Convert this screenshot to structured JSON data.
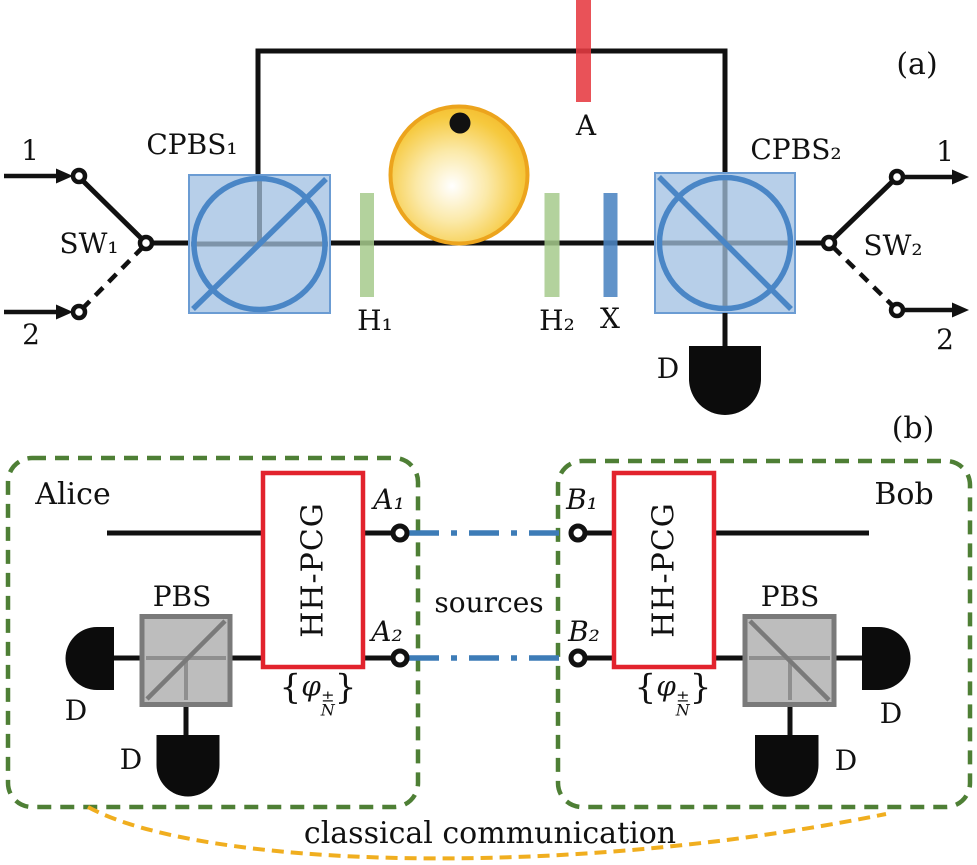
{
  "panel_a": {
    "tag": "(a)",
    "in_port_1": "1",
    "in_port_2": "2",
    "switch_in": "SW₁",
    "cpbs_1": "CPBS₁",
    "cpbs_2": "CPBS₂",
    "half_wave_1": "H₁",
    "half_wave_2": "H₂",
    "x_gate": "X",
    "ancilla": "A",
    "detector": "D",
    "switch_out": "SW₂",
    "out_port_1": "1",
    "out_port_2": "2"
  },
  "panel_b": {
    "tag": "(b)",
    "sources": "sources",
    "classical": "classical communication",
    "alice": {
      "name": "Alice",
      "pcg": "HH-PCG",
      "pbs": "PBS",
      "det_left": "D",
      "det_bottom": "D",
      "port_1": "A₁",
      "port_2": "A₂",
      "state": {
        "open": "{",
        "phi": "φ",
        "sup": "±",
        "sub": "N",
        "close": "}"
      }
    },
    "bob": {
      "name": "Bob",
      "pcg": "HH-PCG",
      "pbs": "PBS",
      "det_right": "D",
      "det_bottom": "D",
      "port_1": "B₁",
      "port_2": "B₂",
      "state": {
        "open": "{",
        "phi": "φ",
        "sup": "±",
        "sub": "N",
        "close": "}"
      }
    }
  },
  "colors": {
    "beam_black": "#111111",
    "cpbs_fill": "#b7cfe9",
    "cpbs_stroke": "#4a86c6",
    "cpbs_inner_gray": "#7e94a9",
    "waveplate_green": "#a6ca8c",
    "x_plate_blue": "#4b84c2",
    "ancilla_red": "#e63a41",
    "sphere_gold": "#f2b324",
    "pbs_gray": "#bdbdbd",
    "pbs_border": "#7a7a7a",
    "party_box_green": "#4e7f35",
    "quantum_link_blue": "#3d7cb7",
    "classical_yellow": "#f0ae1f",
    "hhpcg_red": "#e2232d"
  }
}
